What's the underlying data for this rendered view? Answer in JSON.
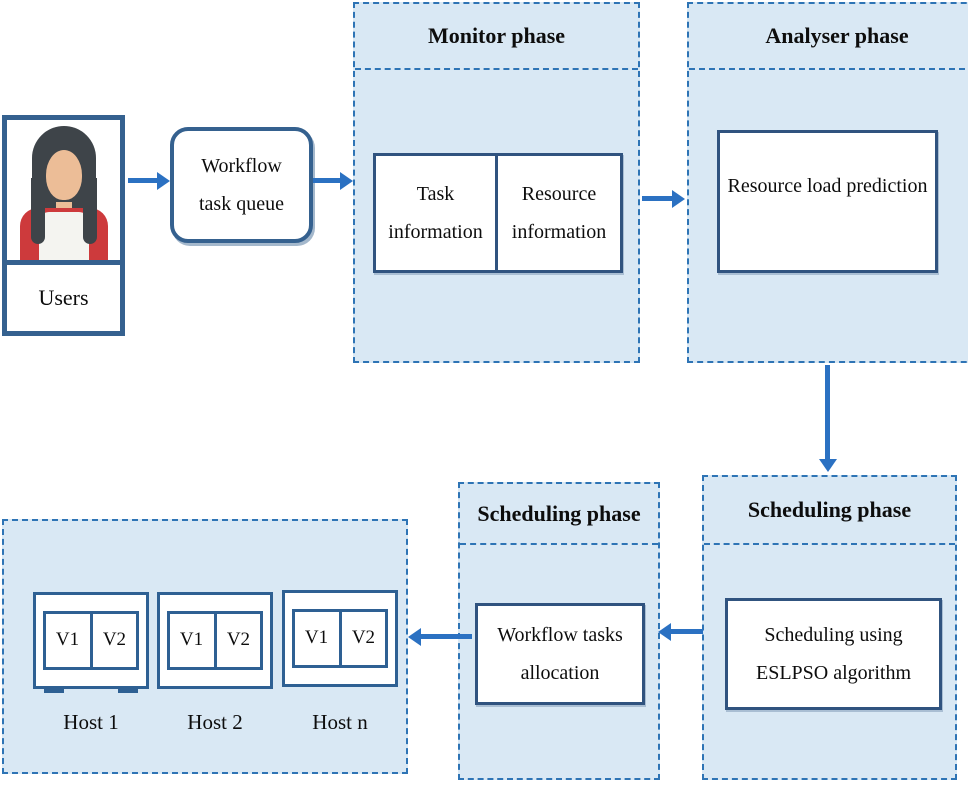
{
  "colors": {
    "phase_fill": "#d9e8f4",
    "phase_dashed_border": "#2e74b5",
    "solid_box_border": "#30537f",
    "outer_box_border": "#35618f",
    "arrow": "#2b71c2",
    "avatar_hair": "#3e4449",
    "avatar_skin": "#ecbd97",
    "avatar_cape": "#cd3a3c"
  },
  "users": {
    "label": "Users"
  },
  "workflow_queue": {
    "line1": "Workflow",
    "line2": "task queue"
  },
  "monitor": {
    "title": "Monitor phase",
    "task_box": {
      "line1": "Task",
      "line2": "information"
    },
    "resource_box": {
      "line1": "Resource",
      "line2": "information"
    }
  },
  "analyser": {
    "title": "Analyser phase",
    "box": "Resource load prediction"
  },
  "scheduling_right": {
    "title": "Scheduling phase",
    "box_line1": "Scheduling using",
    "box_line2": "ESLPSO algorithm"
  },
  "scheduling_left": {
    "title": "Scheduling phase",
    "box_line1": "Workflow tasks",
    "box_line2": "allocation"
  },
  "hosts": [
    {
      "label": "Host 1",
      "vms": [
        "V1",
        "V2"
      ]
    },
    {
      "label": "Host 2",
      "vms": [
        "V1",
        "V2"
      ]
    },
    {
      "label": "Host n",
      "vms": [
        "V1",
        "V2"
      ]
    }
  ]
}
